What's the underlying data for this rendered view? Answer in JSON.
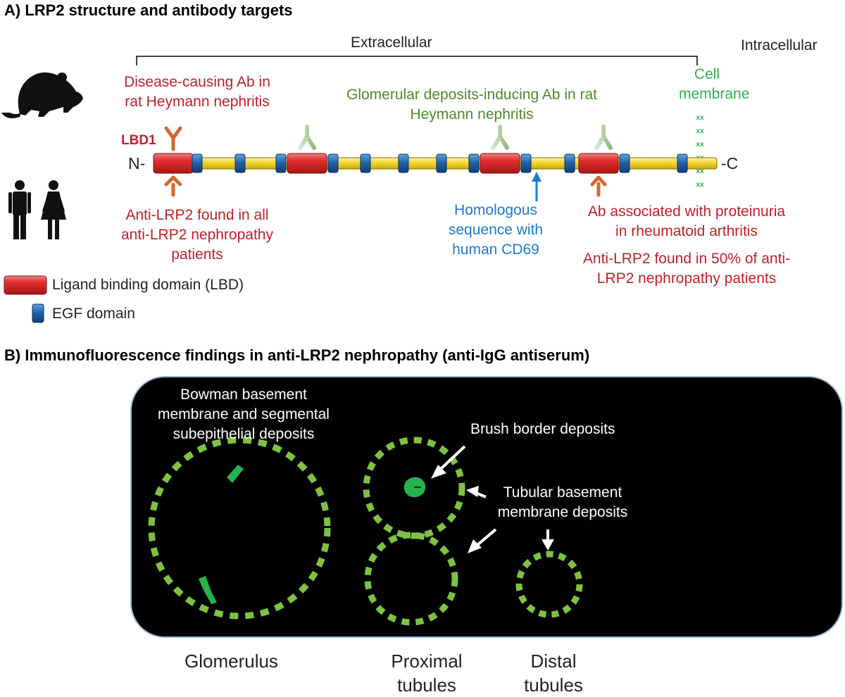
{
  "panel_a": {
    "title": "A) LRP2 structure and antibody targets",
    "extracellular": "Extracellular",
    "intracellular": "Intracellular",
    "cell_membrane": [
      "Cell",
      "membrane"
    ],
    "n_term": "N-",
    "c_term": "-C",
    "lbd1": "LBD1",
    "disease_ab": [
      "Disease-causing Ab in",
      "rat Heymann nephritis"
    ],
    "glom_ab": [
      "Glomerular deposits-inducing Ab in rat",
      "Heymann nephritis"
    ],
    "anti_lrp2_all": [
      "Anti-LRP2 found in all",
      "anti-LRP2 nephropathy",
      "patients"
    ],
    "homologous": [
      "Homologous",
      "sequence with",
      "human CD69"
    ],
    "proteinuria": [
      "Ab associated with proteinuria",
      "in rheumatoid arthritis"
    ],
    "anti_lrp2_50": [
      "Anti-LRP2 found in 50% of anti-",
      "LRP2 nephropathy patients"
    ],
    "legend_lbd": "Ligand binding domain (LBD)",
    "legend_egf": "EGF domain",
    "membrane_marks": [
      "xx",
      "xx",
      "xx",
      "xx",
      "xx",
      "xx"
    ]
  },
  "panel_b": {
    "title": "B) Immunofluorescence findings in anti-LRP2 nephropathy (anti-IgG antiserum)",
    "bowman": [
      "Bowman basement",
      "membrane and segmental",
      "subepithelial deposits"
    ],
    "brush": "Brush border deposits",
    "tubular": [
      "Tubular basement",
      "membrane deposits"
    ],
    "glomerulus": "Glomerulus",
    "proximal": [
      "Proximal",
      "tubules"
    ],
    "distal": [
      "Distal",
      "tubules"
    ]
  },
  "colors": {
    "lbd_red": "#d92b2b",
    "egf_blue": "#1d5fa8",
    "backbone_yellow": "#f1d32a",
    "ab_orange": "#d2692a",
    "ab_lightgreen": "#a8c99a",
    "fluor_green": "#7dc242",
    "brush_green": "#25b34b"
  }
}
